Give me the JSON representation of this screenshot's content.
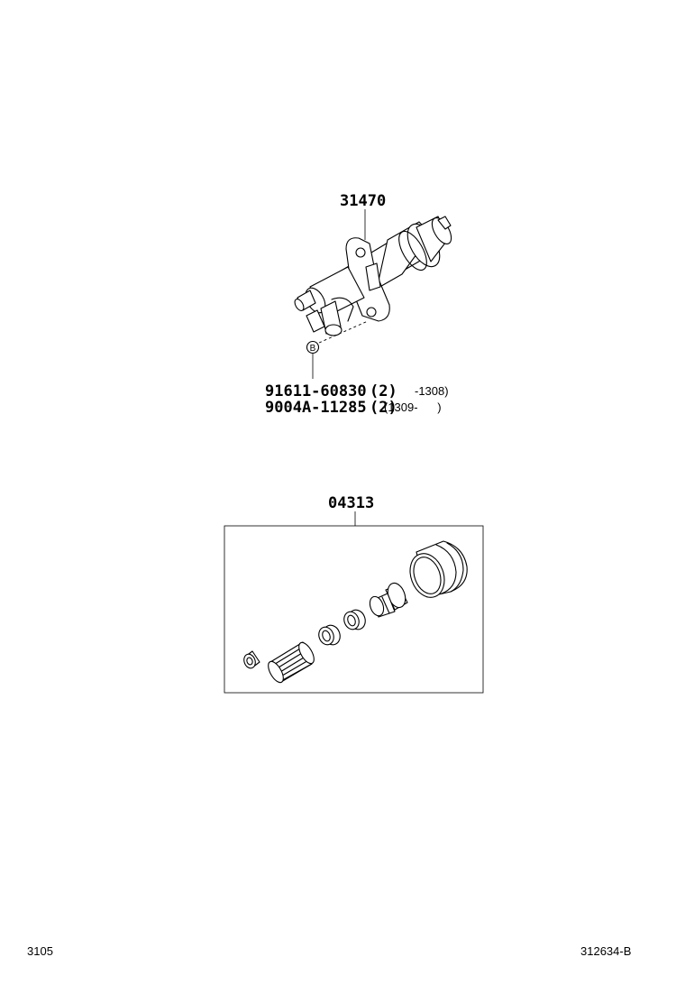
{
  "assembly": {
    "part_number": "31470",
    "callout_letter": "B",
    "bolts": [
      {
        "part_number": "91611-60830",
        "qty": "(2)",
        "range": "-1308)"
      },
      {
        "part_number": "9004A-11285",
        "qty": "(2)",
        "range": "(1309-      )"
      }
    ]
  },
  "kit": {
    "part_number": "04313"
  },
  "footer": {
    "left_code": "3105",
    "right_code": "312634-B"
  }
}
